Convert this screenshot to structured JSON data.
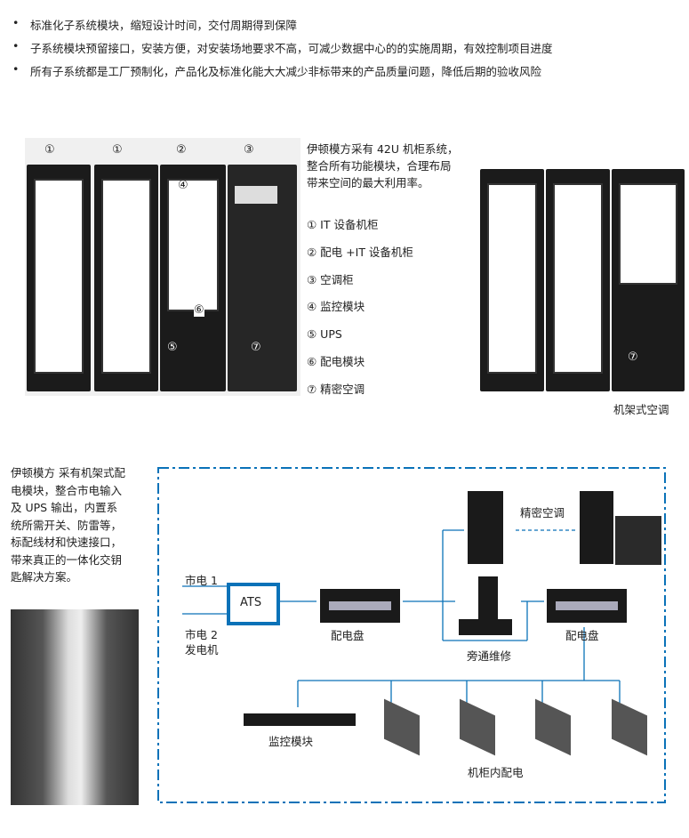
{
  "bullets": [
    "标准化子系统模块，缩短设计时间，交付周期得到保障",
    "子系统模块预留接口，安装方便，对安装场地要求不高，可减少数据中心的的实施周期，有效控制项目进度",
    "所有子系统都是工厂预制化，产品化及标准化能大大减少非标带来的产品质量问题，降低后期的验收风险"
  ],
  "cabinet_labels": [
    "①",
    "①",
    "②",
    "③"
  ],
  "cabinet_callouts": {
    "c4": "④",
    "c6": "⑥",
    "c5": "⑤",
    "c7": "⑦",
    "right7": "⑦"
  },
  "intro": [
    "伊顿模方采有 42U 机柜系统，",
    "整合所有功能模块，合理布局",
    "带来空间的最大利用率。"
  ],
  "legend": [
    "① IT 设备机柜",
    "② 配电 +IT 设备机柜",
    "③ 空调柜",
    "④ 监控模块",
    "⑤ UPS",
    "⑥ 配电模块",
    "⑦ 精密空调"
  ],
  "rack_ac_caption": "机架式空调",
  "side_text": [
    "伊顿模方 采有机架式配",
    "电模块，整合市电输入",
    "及 UPS 输出，内置系",
    "统所需开关、防雷等，",
    "标配线材和快速接口，",
    "带来真正的一体化交钥",
    "匙解决方案。"
  ],
  "diagram": {
    "mains1": "市电 1",
    "mains2": "市电 2",
    "generator": "发电机",
    "ats": "ATS",
    "pdb1": "配电盘",
    "pdb2": "配电盘",
    "ac": "精密空调",
    "bypass": "旁通维修",
    "monitor": "监控模块",
    "rack_pdu": "机柜内配电",
    "accent": "#0a72b8"
  }
}
